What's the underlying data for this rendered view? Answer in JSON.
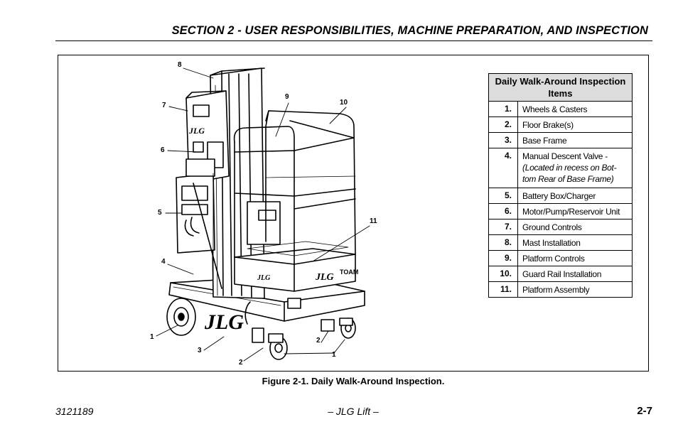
{
  "header": {
    "title": "SECTION 2 - USER RESPONSIBILITIES, MACHINE PREPARATION, AND INSPECTION"
  },
  "figure": {
    "caption": "Figure 2-1. Daily Walk-Around Inspection.",
    "brand_marks": [
      "JLG",
      "JLG",
      "JLG",
      "JLG",
      "TOAM"
    ],
    "callouts": [
      "8",
      "7",
      "6",
      "5",
      "4",
      "1",
      "3",
      "2",
      "9",
      "10",
      "11",
      "2",
      "1"
    ]
  },
  "inspection_table": {
    "heading": "Daily Walk-Around Inspection Items",
    "items": [
      {
        "num": "1.",
        "label": "Wheels & Casters",
        "note": ""
      },
      {
        "num": "2.",
        "label": "Floor Brake(s)",
        "note": ""
      },
      {
        "num": "3.",
        "label": "Base Frame",
        "note": ""
      },
      {
        "num": "4.",
        "label": "Manual Descent Valve -",
        "note": "(Located in recess on Bot-tom Rear of Base Frame)"
      },
      {
        "num": "5.",
        "label": "Battery Box/Charger",
        "note": ""
      },
      {
        "num": "6.",
        "label": "Motor/Pump/Reservoir Unit",
        "note": ""
      },
      {
        "num": "7.",
        "label": "Ground Controls",
        "note": ""
      },
      {
        "num": "8.",
        "label": "Mast Installation",
        "note": ""
      },
      {
        "num": "9.",
        "label": "Platform Controls",
        "note": ""
      },
      {
        "num": "10.",
        "label": "Guard Rail Installation",
        "note": ""
      },
      {
        "num": "11.",
        "label": "Platform Assembly",
        "note": ""
      }
    ]
  },
  "footer": {
    "doc_number": "3121189",
    "center": "– JLG Lift –",
    "page": "2-7"
  }
}
